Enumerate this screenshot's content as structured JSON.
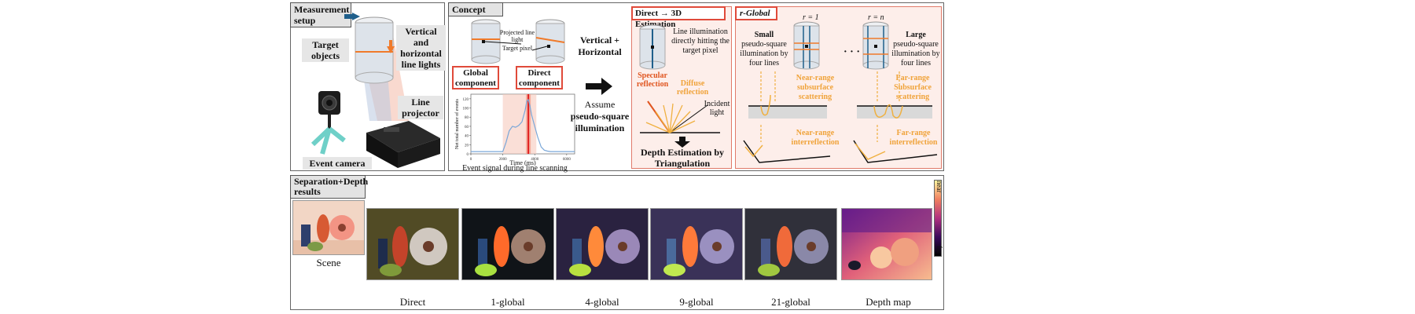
{
  "measurement": {
    "title": "Measurement setup",
    "target_objects": "Target objects",
    "line_lights": "Vertical and horizontal line lights",
    "line_projector": "Line projector",
    "event_camera": "Event camera"
  },
  "concept": {
    "title": "Concept",
    "projected_line_light": "Projected line light",
    "target_pixel": "Target pixel",
    "global_component": "Global component",
    "direct_component": "Direct component",
    "plot_ylabel": "Net total number of events",
    "plot_xlabel": "Time (ms)",
    "plot_caption": "Event signal during line scanning",
    "vh_label": "Vertical + Horizontal",
    "assume_label": "Assume",
    "pseudo_square_label": "pseudo-square illumination"
  },
  "direct_panel": {
    "title": "Direct → 3D Estimation",
    "line_illumination": "Line illumination directly hitting the target pixel",
    "specular": "Specular reflection",
    "diffuse": "Diffuse reflection",
    "incident": "Incident light",
    "depth_estimation": "Depth Estimation by Triangulation"
  },
  "rglobal": {
    "title": "r-Global",
    "r1": "r = 1",
    "rn": "r = n",
    "dots": "· · ·",
    "small_bold": "Small",
    "small_text": "pseudo-square illumination by four lines",
    "large_bold": "Large",
    "large_text": "pseudo-square illumination by four lines",
    "near_subsurface": "Near-range subsurface scattering",
    "far_subsurface": "Far-range Subsurface scattering",
    "near_interreflection": "Near-range interreflection",
    "far_interreflection": "Far-range interreflection"
  },
  "results": {
    "title": "Separation+Depth results",
    "captions": [
      "Scene",
      "Direct",
      "1-global",
      "4-global",
      "9-global",
      "21-global",
      "Depth map"
    ],
    "colorbar_near": "near",
    "colorbar_far": "far"
  },
  "chart_data": {
    "type": "line",
    "title": "",
    "xlabel": "Time (ms)",
    "ylabel": "Net total number of events",
    "x_ticks": [
      "0",
      "2000",
      "4000",
      "6000"
    ],
    "y_ticks": [
      "0",
      "20",
      "40",
      "60",
      "80",
      "100",
      "120"
    ],
    "xlim": [
      0,
      6500
    ],
    "ylim": [
      0,
      130
    ],
    "series": [
      {
        "x": [
          0,
          500,
          1000,
          1500,
          2000,
          2200,
          2400,
          2600,
          2800,
          3000,
          3200,
          3400,
          3500,
          3600,
          3700,
          3800,
          4000,
          4200,
          4400,
          4600,
          4800,
          5000,
          5500,
          6000,
          6500
        ],
        "y": [
          5,
          5,
          5,
          5,
          5,
          25,
          50,
          60,
          58,
          62,
          70,
          95,
          115,
          118,
          105,
          85,
          60,
          35,
          15,
          8,
          6,
          5,
          5,
          5,
          5
        ]
      }
    ]
  }
}
